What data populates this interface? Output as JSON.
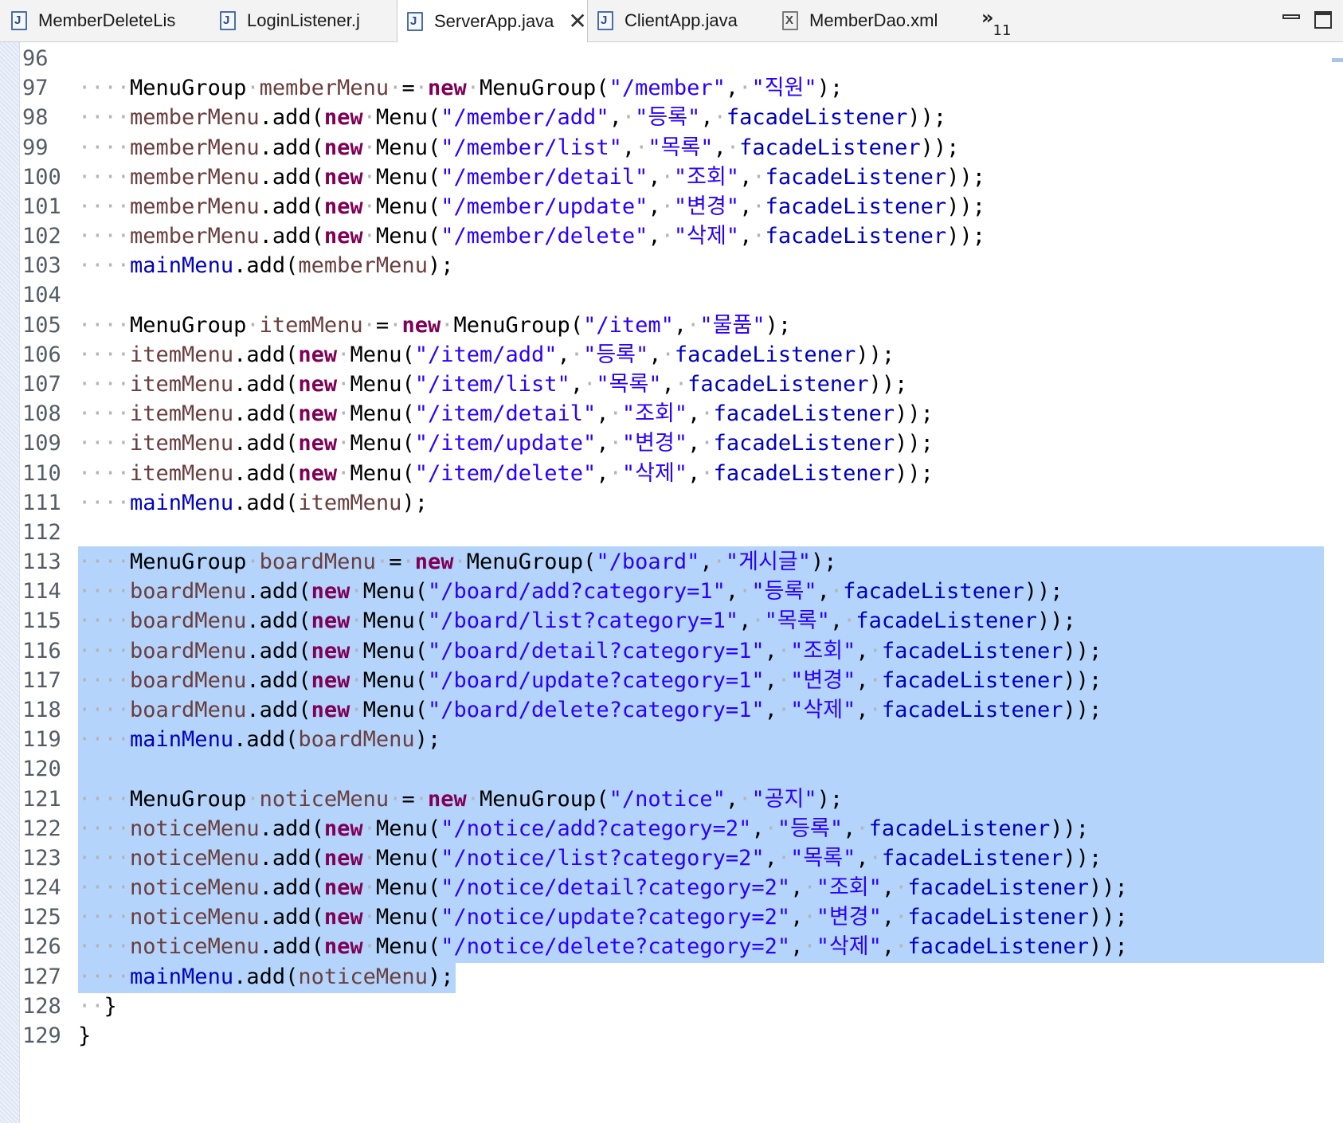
{
  "tabs": [
    {
      "label": "MemberDeleteLis",
      "icon": "java-file-icon",
      "active": false
    },
    {
      "label": "LoginListener.j",
      "icon": "java-file-icon",
      "active": false
    },
    {
      "label": "ServerApp.java",
      "icon": "java-file-icon",
      "active": true,
      "close": "✕"
    },
    {
      "label": "ClientApp.java",
      "icon": "java-file-icon",
      "active": false
    },
    {
      "label": "MemberDao.xml",
      "icon": "xml-file-icon",
      "active": false
    }
  ],
  "tab_overflow": {
    "chevron": "»",
    "count": "11"
  },
  "colors": {
    "keyword": "#7f0055",
    "field": "#0000c0",
    "string": "#2a00ff",
    "local_variable": "#6a3e3e",
    "selection": "#b4d4fb",
    "line_number": "#555c66"
  },
  "editor": {
    "lines": [
      {
        "num": "96",
        "code": ""
      },
      {
        "num": "97",
        "code": "····MenuGroup·memberMenu·=·new·MenuGroup(\"/member\",·\"직원\");"
      },
      {
        "num": "98",
        "code": "····memberMenu.add(new·Menu(\"/member/add\",·\"등록\",·facadeListener));"
      },
      {
        "num": "99",
        "code": "····memberMenu.add(new·Menu(\"/member/list\",·\"목록\",·facadeListener));"
      },
      {
        "num": "100",
        "code": "····memberMenu.add(new·Menu(\"/member/detail\",·\"조회\",·facadeListener));"
      },
      {
        "num": "101",
        "code": "····memberMenu.add(new·Menu(\"/member/update\",·\"변경\",·facadeListener));"
      },
      {
        "num": "102",
        "code": "····memberMenu.add(new·Menu(\"/member/delete\",·\"삭제\",·facadeListener));"
      },
      {
        "num": "103",
        "code": "····mainMenu.add(memberMenu);"
      },
      {
        "num": "104",
        "code": ""
      },
      {
        "num": "105",
        "code": "····MenuGroup·itemMenu·=·new·MenuGroup(\"/item\",·\"물품\");"
      },
      {
        "num": "106",
        "code": "····itemMenu.add(new·Menu(\"/item/add\",·\"등록\",·facadeListener));"
      },
      {
        "num": "107",
        "code": "····itemMenu.add(new·Menu(\"/item/list\",·\"목록\",·facadeListener));"
      },
      {
        "num": "108",
        "code": "····itemMenu.add(new·Menu(\"/item/detail\",·\"조회\",·facadeListener));"
      },
      {
        "num": "109",
        "code": "····itemMenu.add(new·Menu(\"/item/update\",·\"변경\",·facadeListener));"
      },
      {
        "num": "110",
        "code": "····itemMenu.add(new·Menu(\"/item/delete\",·\"삭제\",·facadeListener));"
      },
      {
        "num": "111",
        "code": "····mainMenu.add(itemMenu);"
      },
      {
        "num": "112",
        "code": ""
      },
      {
        "num": "113",
        "code": "····MenuGroup·boardMenu·=·new·MenuGroup(\"/board\",·\"게시글\");",
        "selected": true
      },
      {
        "num": "114",
        "code": "····boardMenu.add(new·Menu(\"/board/add?category=1\",·\"등록\",·facadeListener));",
        "selected": true
      },
      {
        "num": "115",
        "code": "····boardMenu.add(new·Menu(\"/board/list?category=1\",·\"목록\",·facadeListener));",
        "selected": true
      },
      {
        "num": "116",
        "code": "····boardMenu.add(new·Menu(\"/board/detail?category=1\",·\"조회\",·facadeListener));",
        "selected": true
      },
      {
        "num": "117",
        "code": "····boardMenu.add(new·Menu(\"/board/update?category=1\",·\"변경\",·facadeListener));",
        "selected": true
      },
      {
        "num": "118",
        "code": "····boardMenu.add(new·Menu(\"/board/delete?category=1\",·\"삭제\",·facadeListener));",
        "selected": true
      },
      {
        "num": "119",
        "code": "····mainMenu.add(boardMenu);",
        "selected": true
      },
      {
        "num": "120",
        "code": "",
        "selected": true
      },
      {
        "num": "121",
        "code": "····MenuGroup·noticeMenu·=·new·MenuGroup(\"/notice\",·\"공지\");",
        "selected": true
      },
      {
        "num": "122",
        "code": "····noticeMenu.add(new·Menu(\"/notice/add?category=2\",·\"등록\",·facadeListener));",
        "selected": true
      },
      {
        "num": "123",
        "code": "····noticeMenu.add(new·Menu(\"/notice/list?category=2\",·\"목록\",·facadeListener));",
        "selected": true
      },
      {
        "num": "124",
        "code": "····noticeMenu.add(new·Menu(\"/notice/detail?category=2\",·\"조회\",·facadeListener));",
        "selected": true
      },
      {
        "num": "125",
        "code": "····noticeMenu.add(new·Menu(\"/notice/update?category=2\",·\"변경\",·facadeListener));",
        "selected": true
      },
      {
        "num": "126",
        "code": "····noticeMenu.add(new·Menu(\"/notice/delete?category=2\",·\"삭제\",·facadeListener));",
        "selected": true
      },
      {
        "num": "127",
        "code": "····mainMenu.add(noticeMenu);",
        "selected": "partial"
      },
      {
        "num": "128",
        "code": "··}"
      },
      {
        "num": "129",
        "code": "}"
      }
    ]
  }
}
